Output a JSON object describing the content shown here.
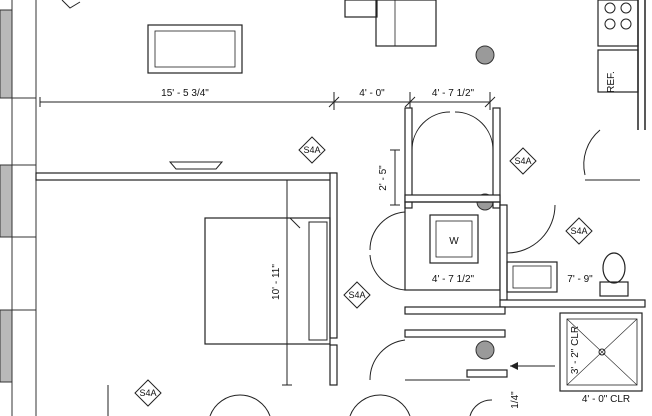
{
  "plan": {
    "dimensions": {
      "living_width": "15' - 5 3/4\"",
      "closet_width": "4' - 0\"",
      "linen_width": "4' - 7 1/2\"",
      "closet_depth": "2' - 5\"",
      "laundry_width": "4' - 7 1/2\"",
      "bath_width": "7' - 9\"",
      "bedroom_depth": "10' - 11\"",
      "shower_clear_depth": "3' - 2\" CLR",
      "shower_clear_width": "4' - 0\" CLR",
      "partial_bottom": "1/4\""
    },
    "tags": [
      "S4A",
      "S4A",
      "S4A",
      "S4A",
      "S4A"
    ],
    "appliances": {
      "refrigerator": "REF.",
      "washer": "W"
    }
  }
}
